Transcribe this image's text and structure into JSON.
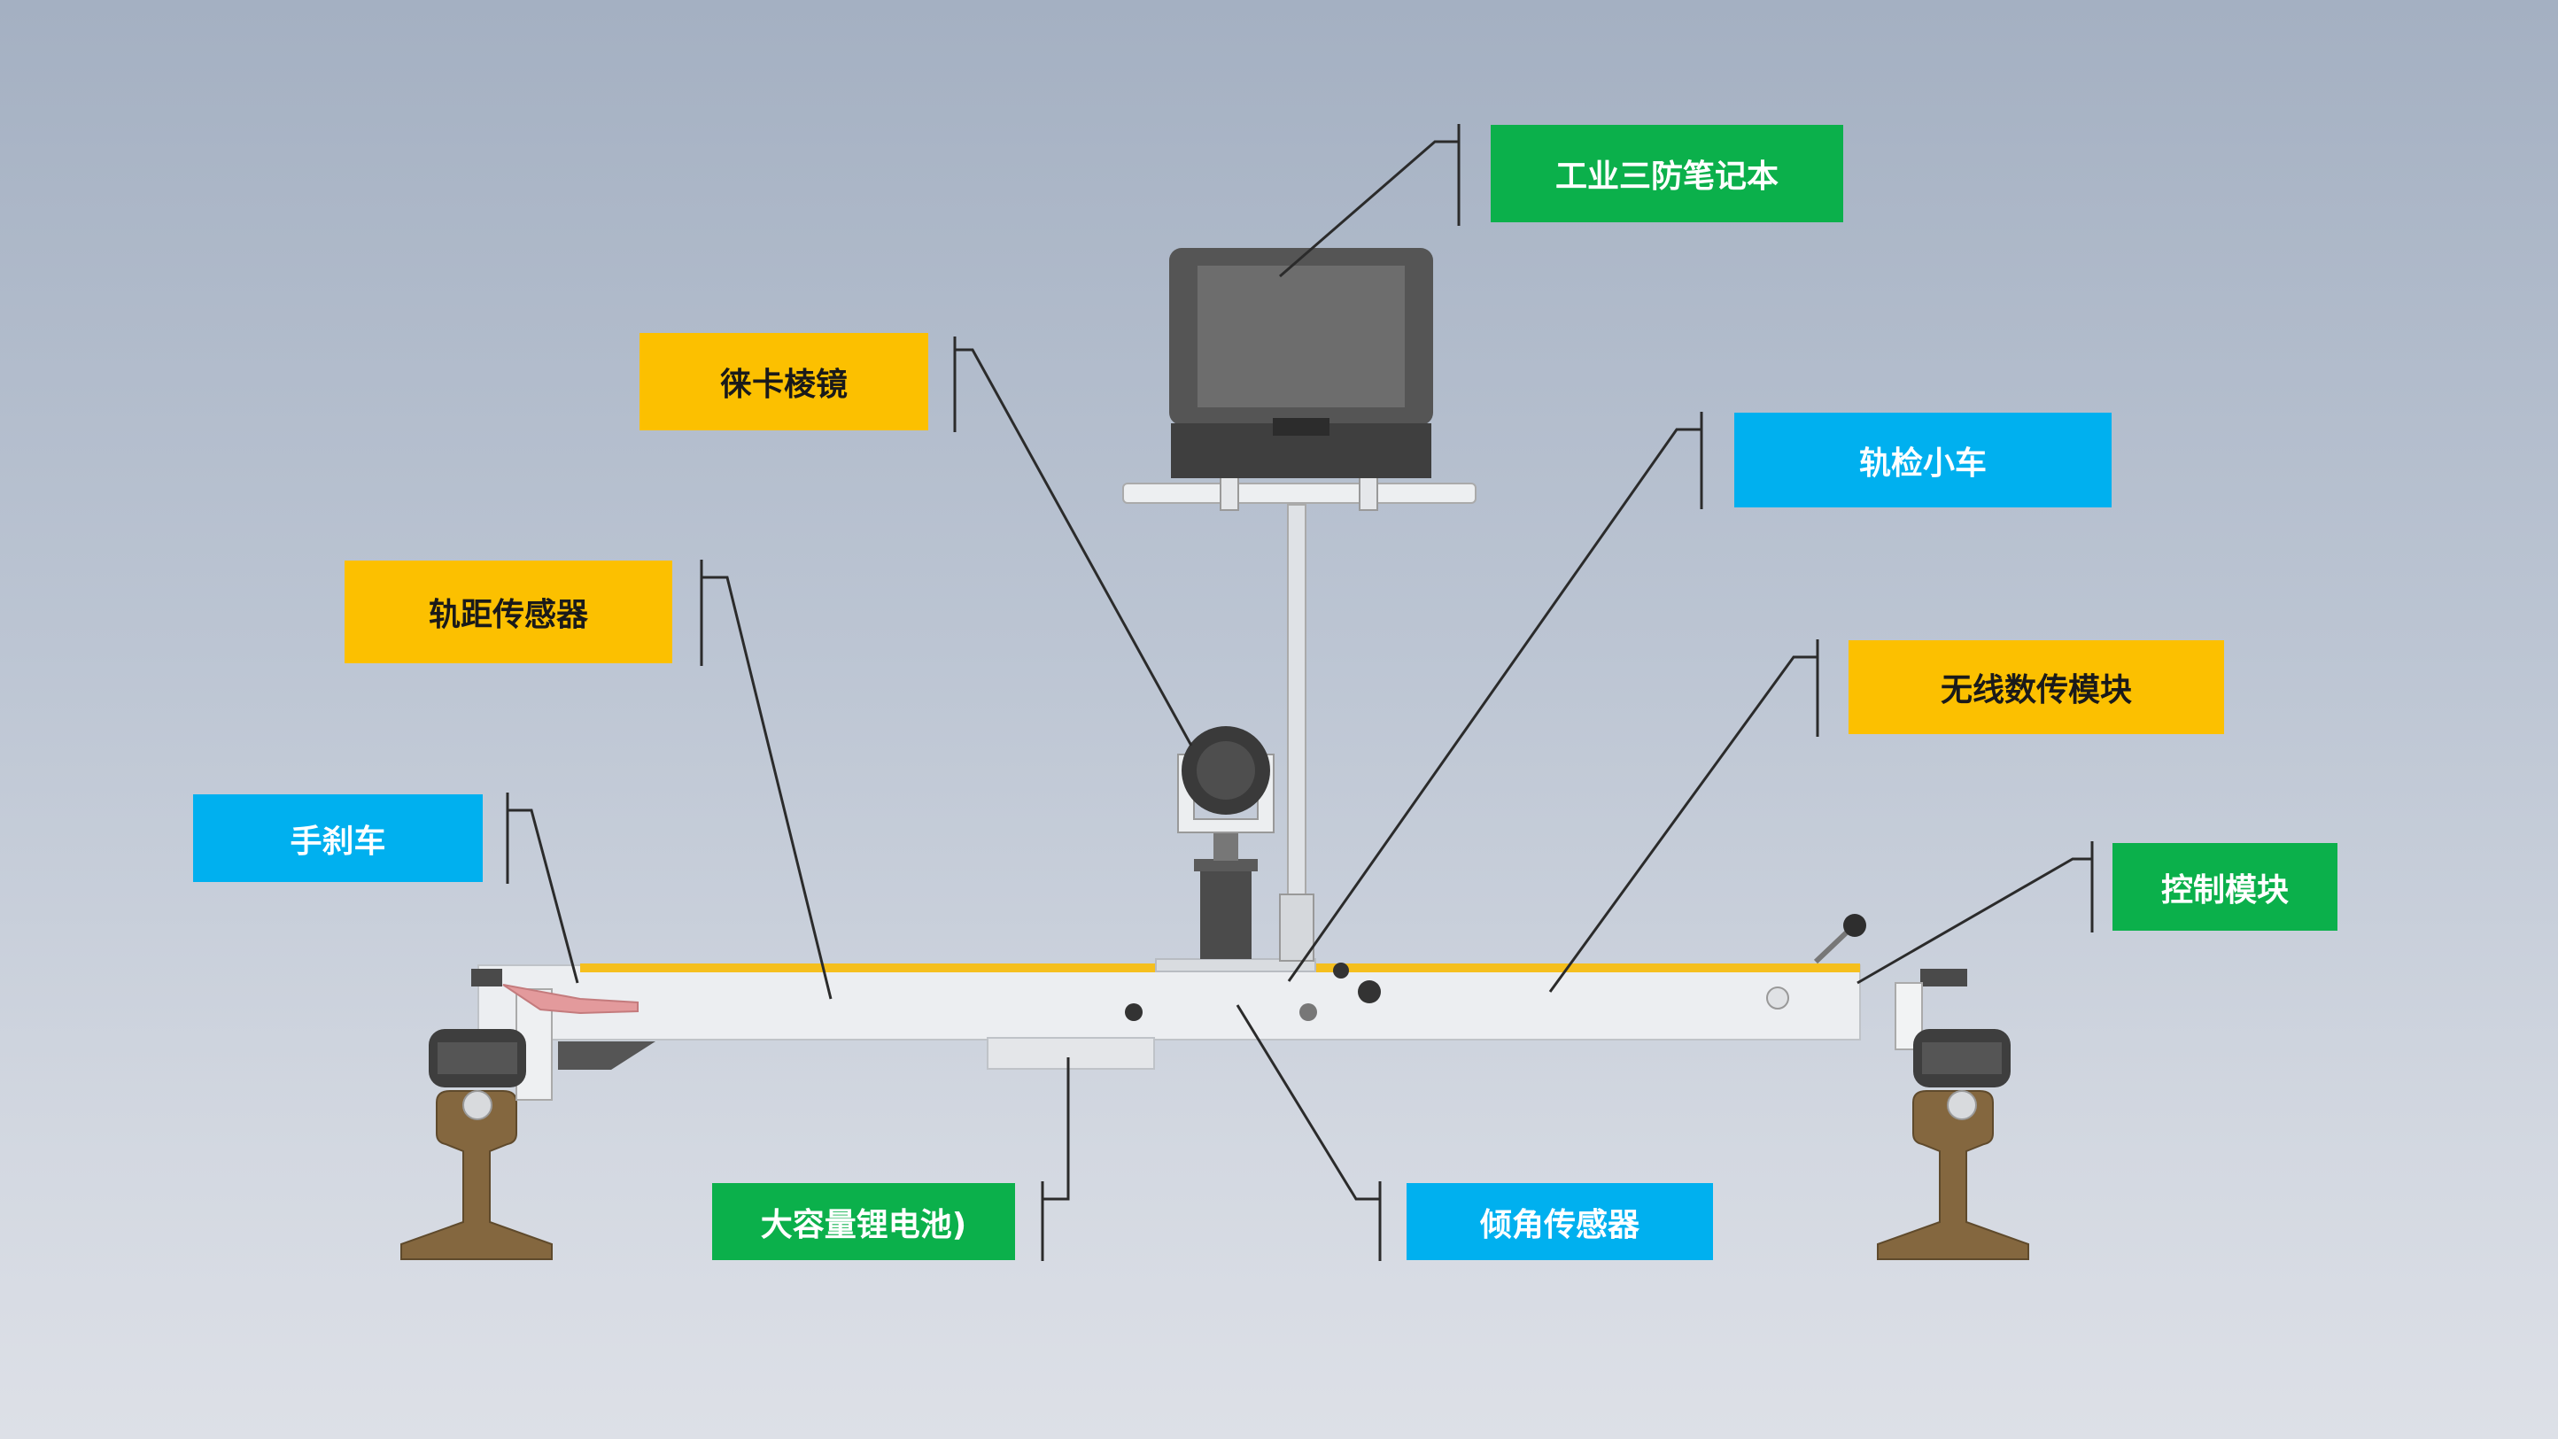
{
  "colors": {
    "green": "#0bb04b",
    "yellow": "#fcc000",
    "blue": "#00b0ef",
    "frame": "#eceef1",
    "stripe": "#f5bf1e",
    "rail": "#84673f",
    "leader": "#2b2b2b"
  },
  "labels": [
    {
      "id": "laptop",
      "text": "工业三防笔记本",
      "color": "green",
      "text_color": "#ffffff"
    },
    {
      "id": "leica-prism",
      "text": "徕卡棱镜",
      "color": "yellow",
      "text_color": "#1a1a1a"
    },
    {
      "id": "track-trolley",
      "text": "轨检小车",
      "color": "blue",
      "text_color": "#ffffff"
    },
    {
      "id": "gauge-sensor",
      "text": "轨距传感器",
      "color": "yellow",
      "text_color": "#1a1a1a"
    },
    {
      "id": "wireless-module",
      "text": "无线数传模块",
      "color": "yellow",
      "text_color": "#1a1a1a"
    },
    {
      "id": "hand-brake",
      "text": "手刹车",
      "color": "blue",
      "text_color": "#ffffff"
    },
    {
      "id": "control-module",
      "text": "控制模块",
      "color": "green",
      "text_color": "#ffffff"
    },
    {
      "id": "battery",
      "text": "大容量锂电池)",
      "color": "green",
      "text_color": "#ffffff"
    },
    {
      "id": "tilt-sensor",
      "text": "倾角传感器",
      "color": "blue",
      "text_color": "#ffffff"
    }
  ],
  "components": [
    "laptop-icon",
    "laptop-mount",
    "support-pole",
    "prism-assembly",
    "trolley-beam",
    "battery-box",
    "hand-brake-lever",
    "control-handle",
    "left-wheel",
    "right-wheel",
    "left-rail",
    "right-rail"
  ]
}
